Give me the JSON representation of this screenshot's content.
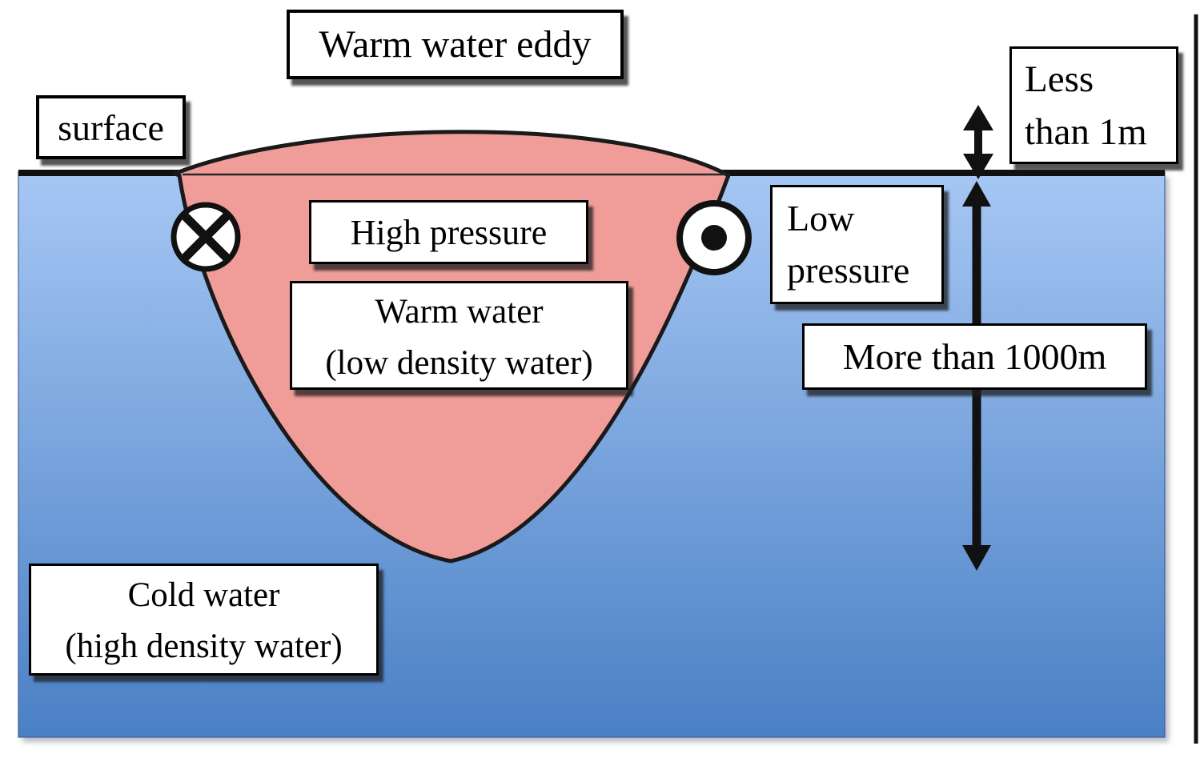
{
  "diagram": {
    "title": "Warm water eddy",
    "labels": {
      "surface": "surface",
      "high_pressure": "High pressure",
      "warm_water_line1": "Warm water",
      "warm_water_line2": "(low density water)",
      "cold_water_line1": "Cold water",
      "cold_water_line2": "(high density water)",
      "low_pressure_line1": "Low",
      "low_pressure_line2": "pressure",
      "less_than_line1": "Less",
      "less_than_line2": "than 1m",
      "more_than": "More than 1000m"
    },
    "icons": {
      "into_page_symbol": "circled-x (flow into page)",
      "out_of_page_symbol": "circled-dot (flow out of page)",
      "surface_height_arrow": "small vertical double arrow",
      "depth_arrow": "long vertical double arrow"
    },
    "colors": {
      "warm_water_fill": "#f09c99",
      "cold_water_top": "#a6c7f4",
      "cold_water_bottom": "#4a80c5",
      "outline": "#111111"
    }
  }
}
